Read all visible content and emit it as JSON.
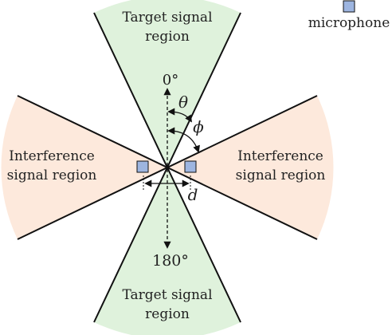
{
  "legend": {
    "microphone_label": "microphone"
  },
  "regions": {
    "target_top": {
      "line1": "Target signal",
      "line2": "region"
    },
    "target_bottom": {
      "line1": "Target signal",
      "line2": "region"
    },
    "interference_left": {
      "line1": "Interference",
      "line2": "signal region"
    },
    "interference_right": {
      "line1": "Interference",
      "line2": "signal region"
    }
  },
  "angles": {
    "zero": "0°",
    "one_eighty": "180°",
    "theta": "θ",
    "phi": "ϕ",
    "spacing": "d"
  },
  "colors": {
    "target_fill": "#dff2dc",
    "interference_fill": "#fde9dc",
    "microphone_fill": "#9db5e0",
    "line": "#111111"
  }
}
